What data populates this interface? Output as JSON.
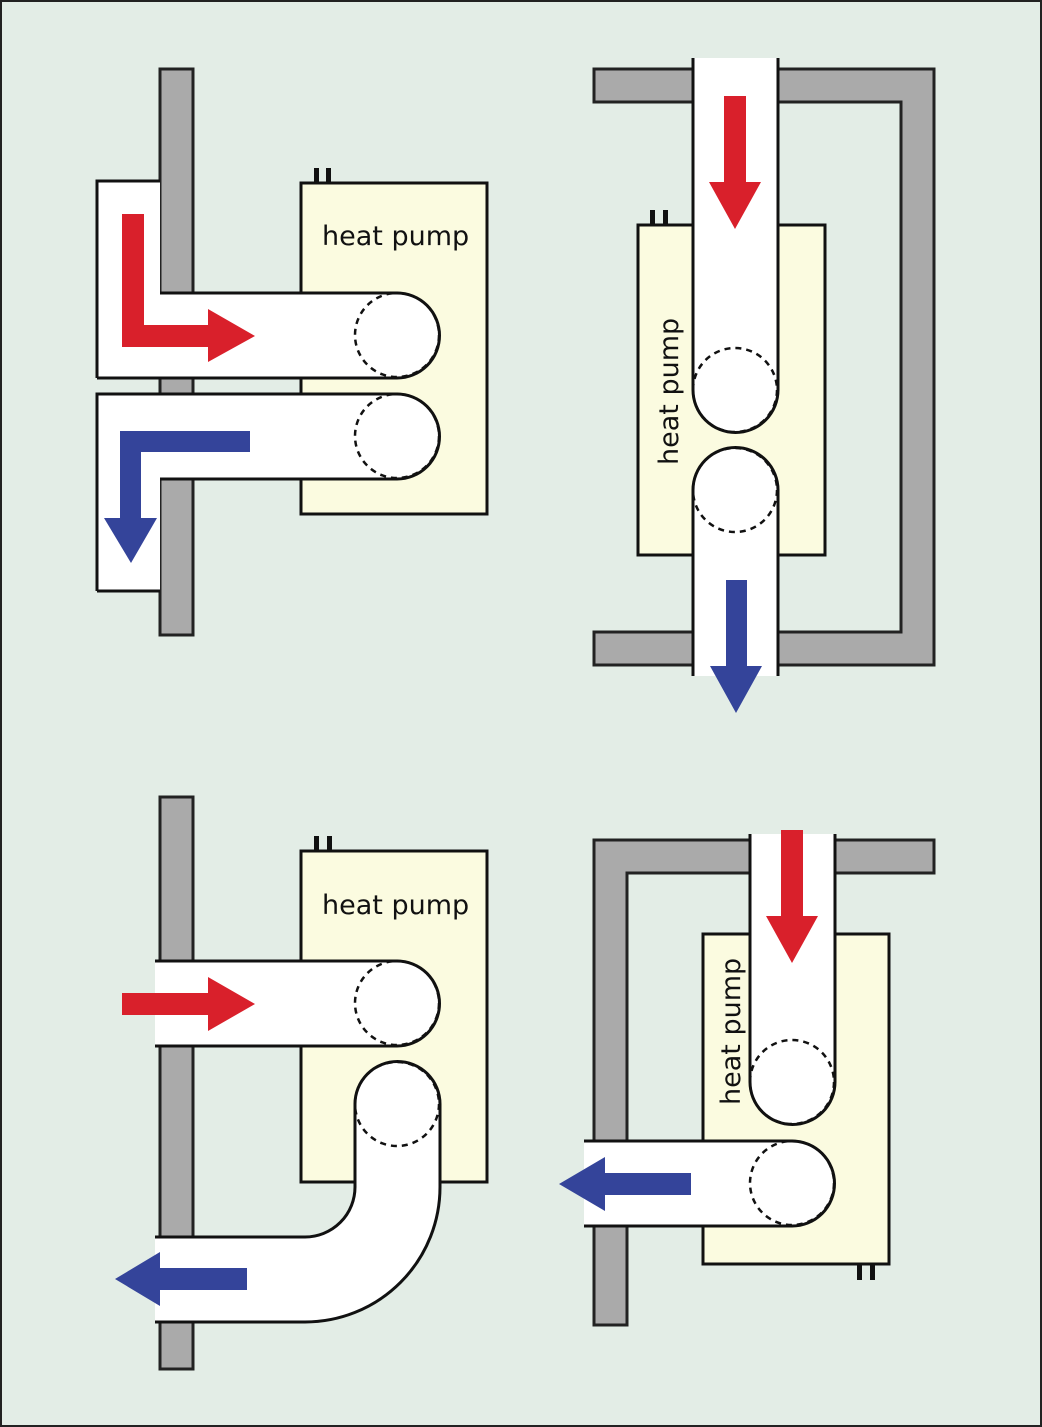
{
  "labels": {
    "panel_a": "heat pump",
    "panel_b": "heat pump",
    "panel_c": "heat pump",
    "panel_d": "heat pump"
  },
  "colors": {
    "background": "#e3ede6",
    "wall": "#aaaaaa",
    "unit": "#fbfbe0",
    "supply_arrow": "#d9202b",
    "exhaust_arrow": "#34449a"
  }
}
